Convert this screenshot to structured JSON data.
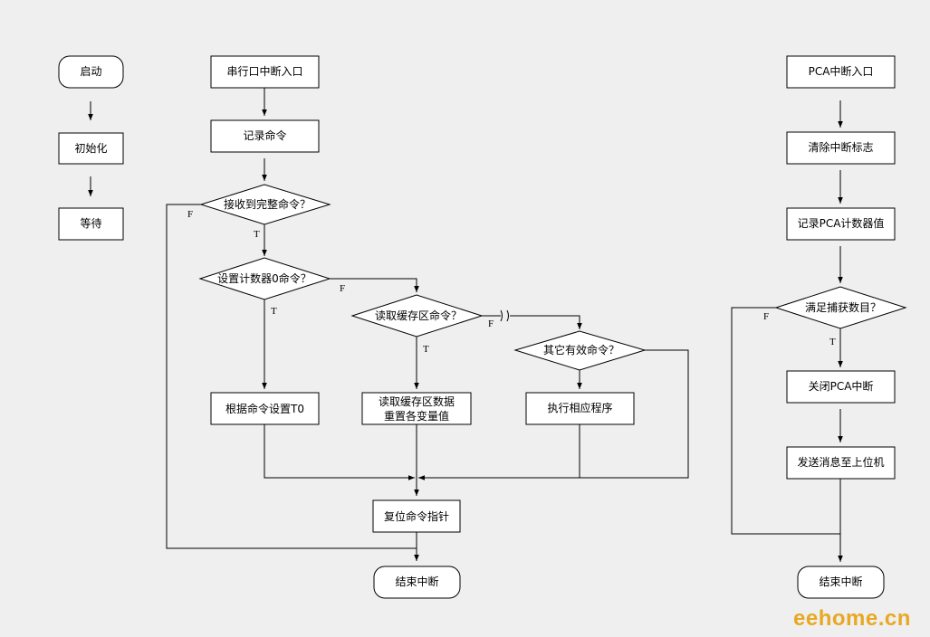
{
  "colors": {
    "background": "#efefef",
    "box": "#ffffff",
    "line": "#000000",
    "watermark": "#e8a824"
  },
  "main": {
    "start": "启动",
    "init": "初始化",
    "wait": "等待"
  },
  "serial": {
    "entry": "串行口中断入口",
    "record_cmd": "记录命令",
    "q_complete": "接收到完整命令？",
    "q_set_counter": "设置计数器0命令？",
    "q_read_buffer": "读取缓存区命令？",
    "q_other": "其它有效命令？",
    "set_t0": "根据命令设置T0",
    "read_buffer_line1": "读取缓存区数据",
    "read_buffer_line2": "重置各变量值",
    "exec": "执行相应程序",
    "reset_ptr": "复位命令指针",
    "end": "结束中断"
  },
  "pca": {
    "entry": "PCA中断入口",
    "clear_flag": "清除中断标志",
    "record_count": "记录PCA计数器值",
    "q_enough": "满足捕获数目？",
    "close_int": "关闭PCA中断",
    "send_msg": "发送消息至上位机",
    "end": "结束中断"
  },
  "labels": {
    "true": "T",
    "false": "F"
  },
  "watermark": "eehome.cn"
}
